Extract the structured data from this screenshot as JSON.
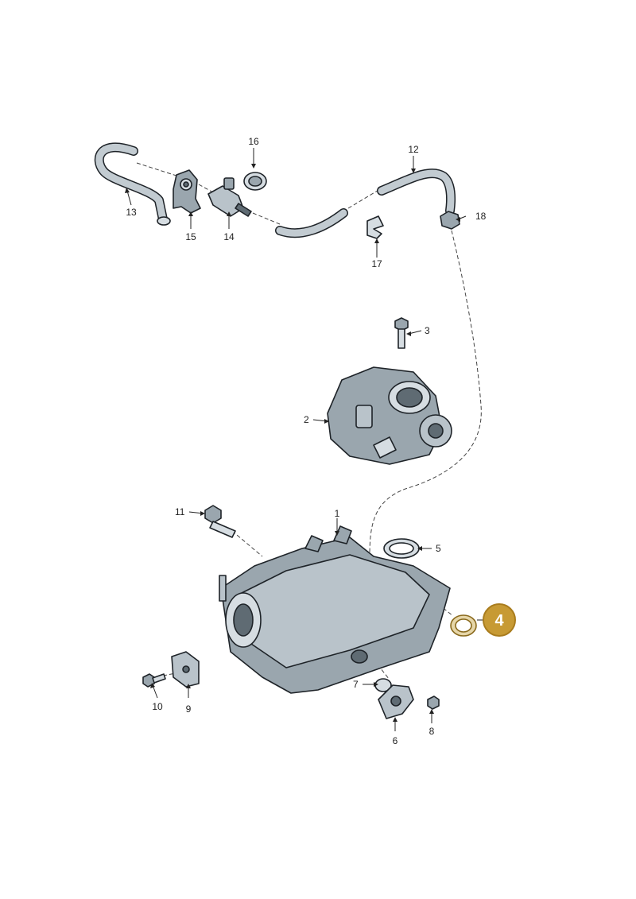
{
  "parts": {
    "p1": "1",
    "p2": "2",
    "p3": "3",
    "p4": "4",
    "p5": "5",
    "p6": "6",
    "p7": "7",
    "p8": "8",
    "p9": "9",
    "p10": "10",
    "p11": "11",
    "p12": "12",
    "p13": "13",
    "p14": "14",
    "p15": "15",
    "p16": "16",
    "p17": "17",
    "p18": "18"
  },
  "highlight": {
    "label": "4",
    "color": "#c79a34"
  }
}
